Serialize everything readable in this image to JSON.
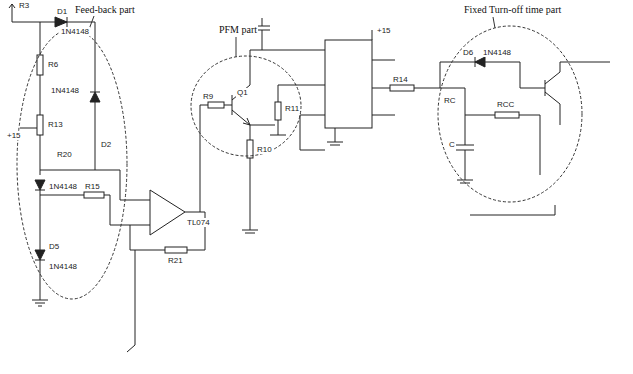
{
  "diagram": {
    "nodes": [
      {
        "text": [
          "Feed-back part"
        ]
      },
      {
        "text": [
          "PFM part"
        ]
      },
      {
        "text": [
          "Fixed Turn-off time part"
        ]
      }
    ],
    "labels": [
      "R3",
      "D1",
      "1N4148",
      "R6",
      "+15",
      "R13",
      "1N4148",
      "D2",
      "R20",
      "1N4148",
      "R15",
      "D5",
      "1N4148",
      "TL074",
      "R21",
      "R9",
      "Q1",
      "R10",
      "R11",
      "+15",
      "R14",
      "D6",
      "1N4148",
      "RC",
      "RCC",
      "C"
    ]
  }
}
